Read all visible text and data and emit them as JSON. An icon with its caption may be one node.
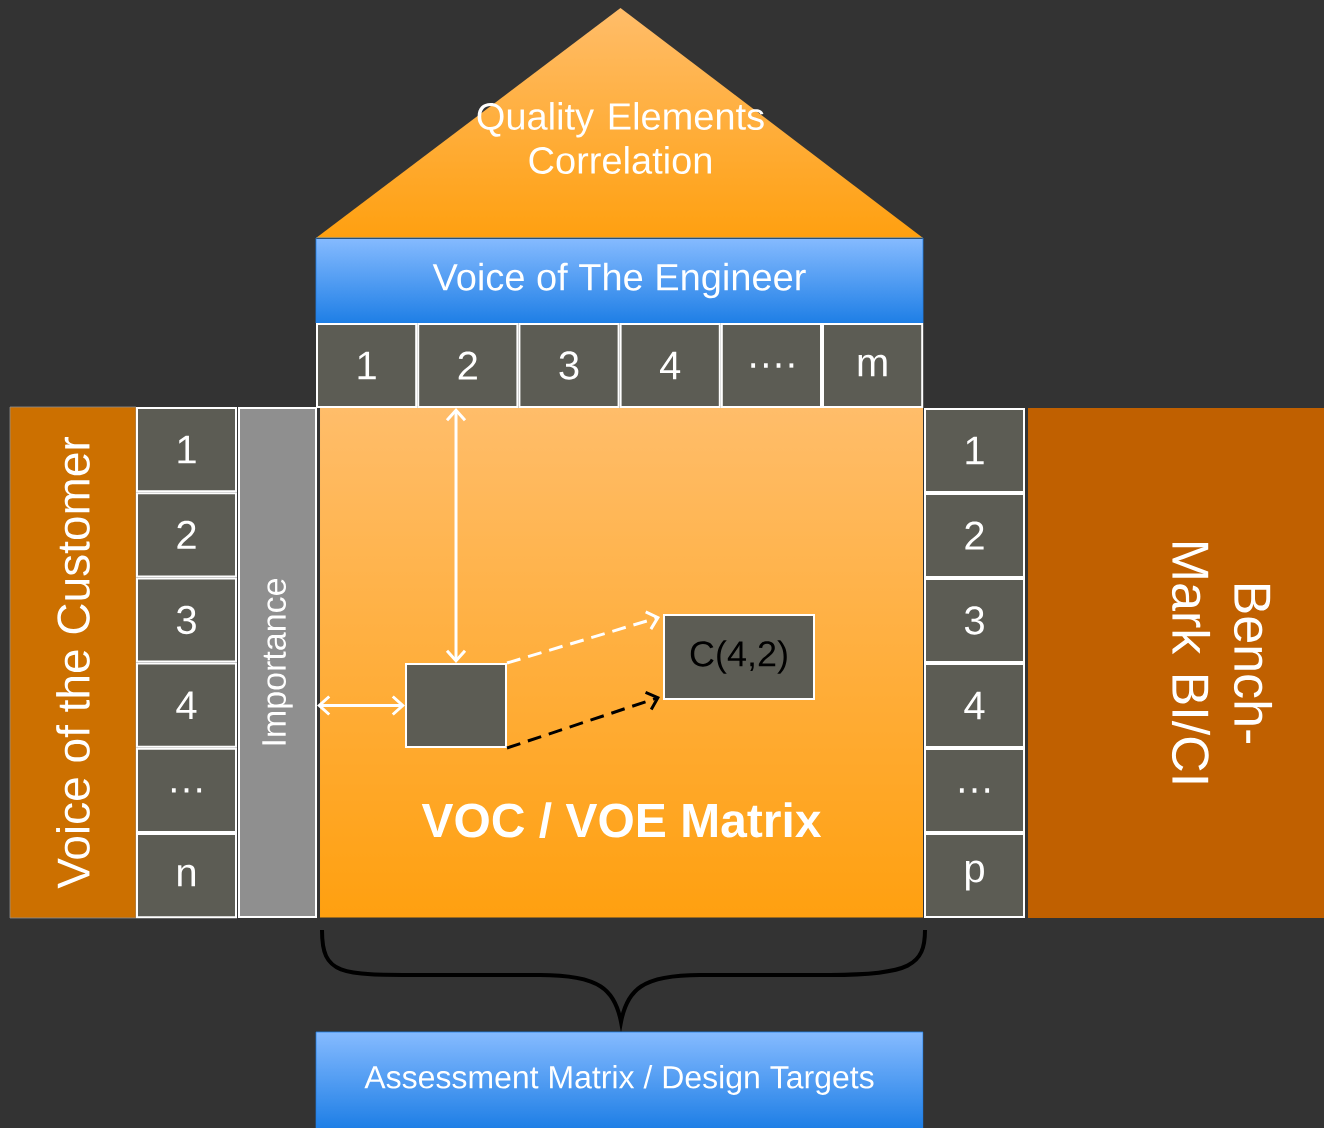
{
  "diagram": {
    "nodes": [
      {
        "text": [
          "Quality Elements Correlation"
        ]
      },
      {
        "text": [
          "Voice of The Engineer"
        ]
      },
      {
        "text": [
          "1"
        ]
      },
      {
        "text": [
          "2"
        ]
      },
      {
        "text": [
          "3"
        ]
      },
      {
        "text": [
          "4"
        ]
      },
      {
        "text": [
          "…."
        ]
      },
      {
        "text": [
          "m"
        ]
      },
      {
        "text": [
          "Voice of the Customer"
        ]
      },
      {
        "text": [
          "1"
        ]
      },
      {
        "text": [
          "2"
        ]
      },
      {
        "text": [
          "3"
        ]
      },
      {
        "text": [
          "4"
        ]
      },
      {
        "text": [
          "…"
        ]
      },
      {
        "text": [
          "n"
        ]
      },
      {
        "text": [
          "Importance"
        ]
      },
      {
        "text": [
          "VOC / VOE Matrix"
        ]
      },
      {
        "text": [],
        "shape": "box",
        "in": 16
      },
      {
        "text": [
          "C(4,2)"
        ],
        "in": 16
      },
      {
        "text": [
          "1"
        ]
      },
      {
        "text": [
          "2"
        ]
      },
      {
        "text": [
          "3"
        ]
      },
      {
        "text": [
          "4"
        ]
      },
      {
        "text": [
          "…"
        ]
      },
      {
        "text": [
          "p"
        ]
      },
      {
        "text": [
          "Bench-Mark BI/CI"
        ]
      },
      {
        "text": [
          "Assessment Matrix / Design Targets"
        ]
      }
    ],
    "edges": [
      {
        "from": 17,
        "to": 3,
        "arrow": "both"
      },
      {
        "from": 17,
        "to": 15,
        "arrow": "both"
      },
      {
        "from": 17,
        "to": 18,
        "arrow": "to",
        "style": "dashed"
      },
      {
        "from": 17,
        "to": 18,
        "arrow": "to",
        "style": "dashed",
        "color": "#000000"
      }
    ]
  }
}
